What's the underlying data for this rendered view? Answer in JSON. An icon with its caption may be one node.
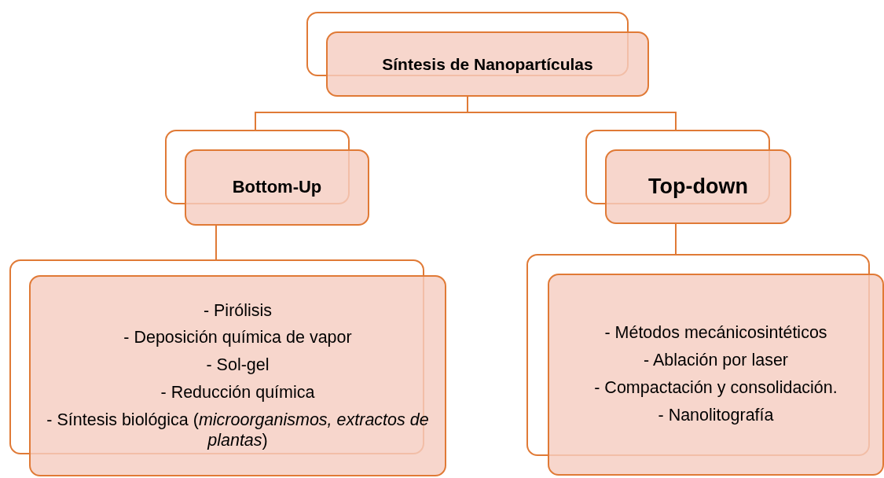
{
  "diagram": {
    "nodes": [
      {
        "text": [
          "Síntesis de Nanopartículas"
        ]
      },
      {
        "text": [
          "Bottom-Up"
        ]
      },
      {
        "text": [
          "Top-down"
        ]
      },
      {
        "text": [
          "- Pirólisis",
          "- Deposición química de vapor",
          "- Sol-gel",
          "- Reducción química",
          "- Síntesis biológica (*microorganismos, extractos de plantas*)"
        ]
      },
      {
        "text": [
          "- Métodos mecánicosintéticos",
          "- Ablación por laser",
          "- Compactación y consolidación.",
          "- Nanolitografía"
        ]
      }
    ],
    "edges": [
      {
        "from": 0,
        "to": 1,
        "arrow": "none"
      },
      {
        "from": 0,
        "to": 2,
        "arrow": "none"
      },
      {
        "from": 1,
        "to": 3,
        "arrow": "none"
      },
      {
        "from": 2,
        "to": 4,
        "arrow": "none"
      }
    ]
  }
}
